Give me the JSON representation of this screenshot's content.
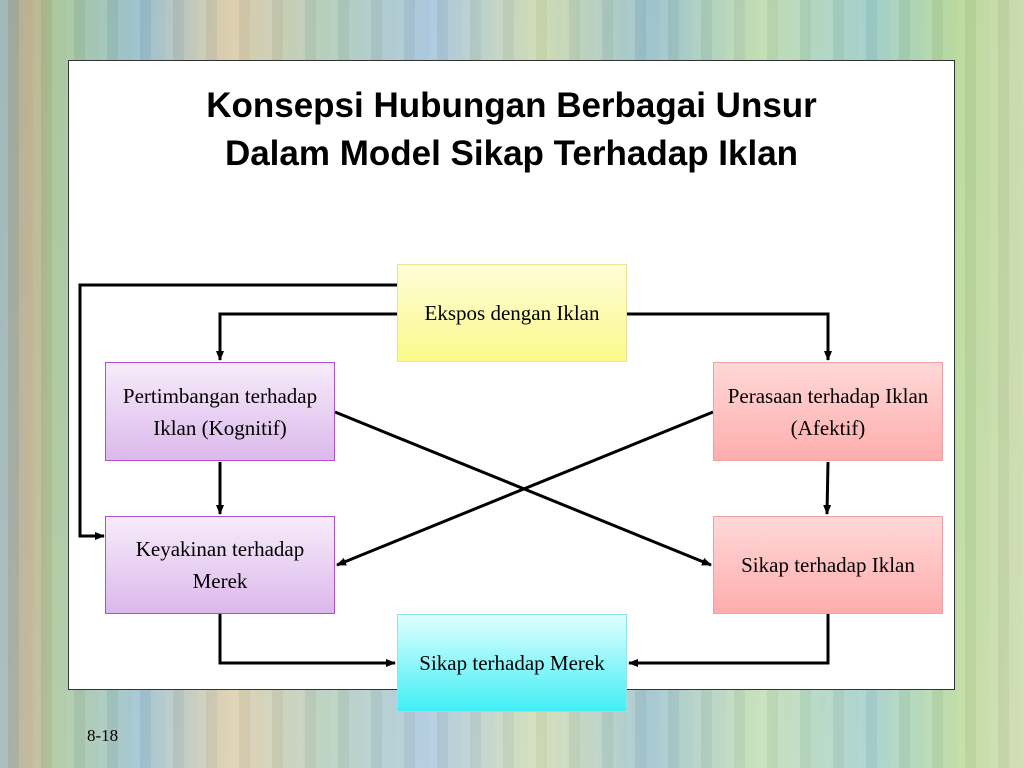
{
  "slide": {
    "title_line1": "Konsepsi Hubungan Berbagai Unsur",
    "title_line2": "Dalam Model Sikap Terhadap Iklan",
    "slide_number": "8-18"
  },
  "nodes": {
    "exposure": "Ekspos dengan Iklan",
    "cognitive": "Pertimbangan terhadap Iklan (Kognitif)",
    "affective": "Perasaan terhadap Iklan (Afektif)",
    "brand_belief": "Keyakinan terhadap Merek",
    "ad_attitude": "Sikap terhadap Iklan",
    "brand_attitude": "Sikap terhadap Merek"
  },
  "colors": {
    "exposure": "#fbf98a",
    "cognitive": "#dcb8ec",
    "affective": "#ffadad",
    "brand_attitude": "#40eef5",
    "connector": "#000000"
  }
}
